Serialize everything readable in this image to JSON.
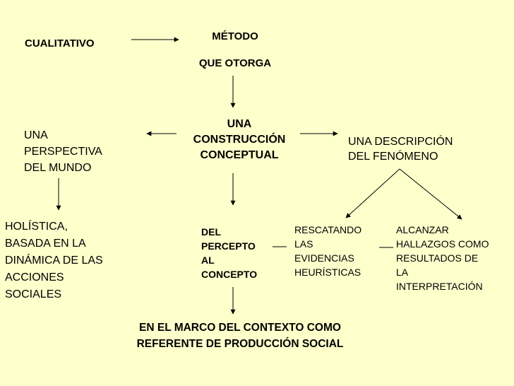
{
  "colors": {
    "background": "#ffffcc",
    "text": "#000000",
    "connector": "#000000"
  },
  "nodes": {
    "cualitativo": [
      "CUALITATIVO"
    ],
    "metodo": [
      "MÉTODO",
      "QUE OTORGA"
    ],
    "construccion": [
      "UNA",
      "CONSTRUCCIÓN",
      "CONCEPTUAL"
    ],
    "perspectiva": [
      "UNA",
      "PERSPECTIVA",
      "DEL MUNDO"
    ],
    "descripcion": [
      "UNA DESCRIPCIÓN",
      "DEL FENÓMENO"
    ],
    "holistica": [
      "HOLÍSTICA,",
      "BASADA EN LA",
      "DINÁMICA DE LAS",
      "ACCIONES",
      "SOCIALES"
    ],
    "percepto": [
      "DEL",
      "PERCEPTO",
      "AL",
      "CONCEPTO"
    ],
    "rescatando": [
      "RESCATANDO",
      "LAS",
      "EVIDENCIAS",
      "HEURÍSTICAS"
    ],
    "alcanzar": [
      "ALCANZAR",
      "HALLAZGOS COMO",
      "RESULTADOS DE",
      "LA",
      "INTERPRETACIÓN"
    ],
    "marco": [
      "EN EL MARCO DEL CONTEXTO COMO",
      "REFERENTE DE PRODUCCIÓN SOCIAL"
    ]
  }
}
